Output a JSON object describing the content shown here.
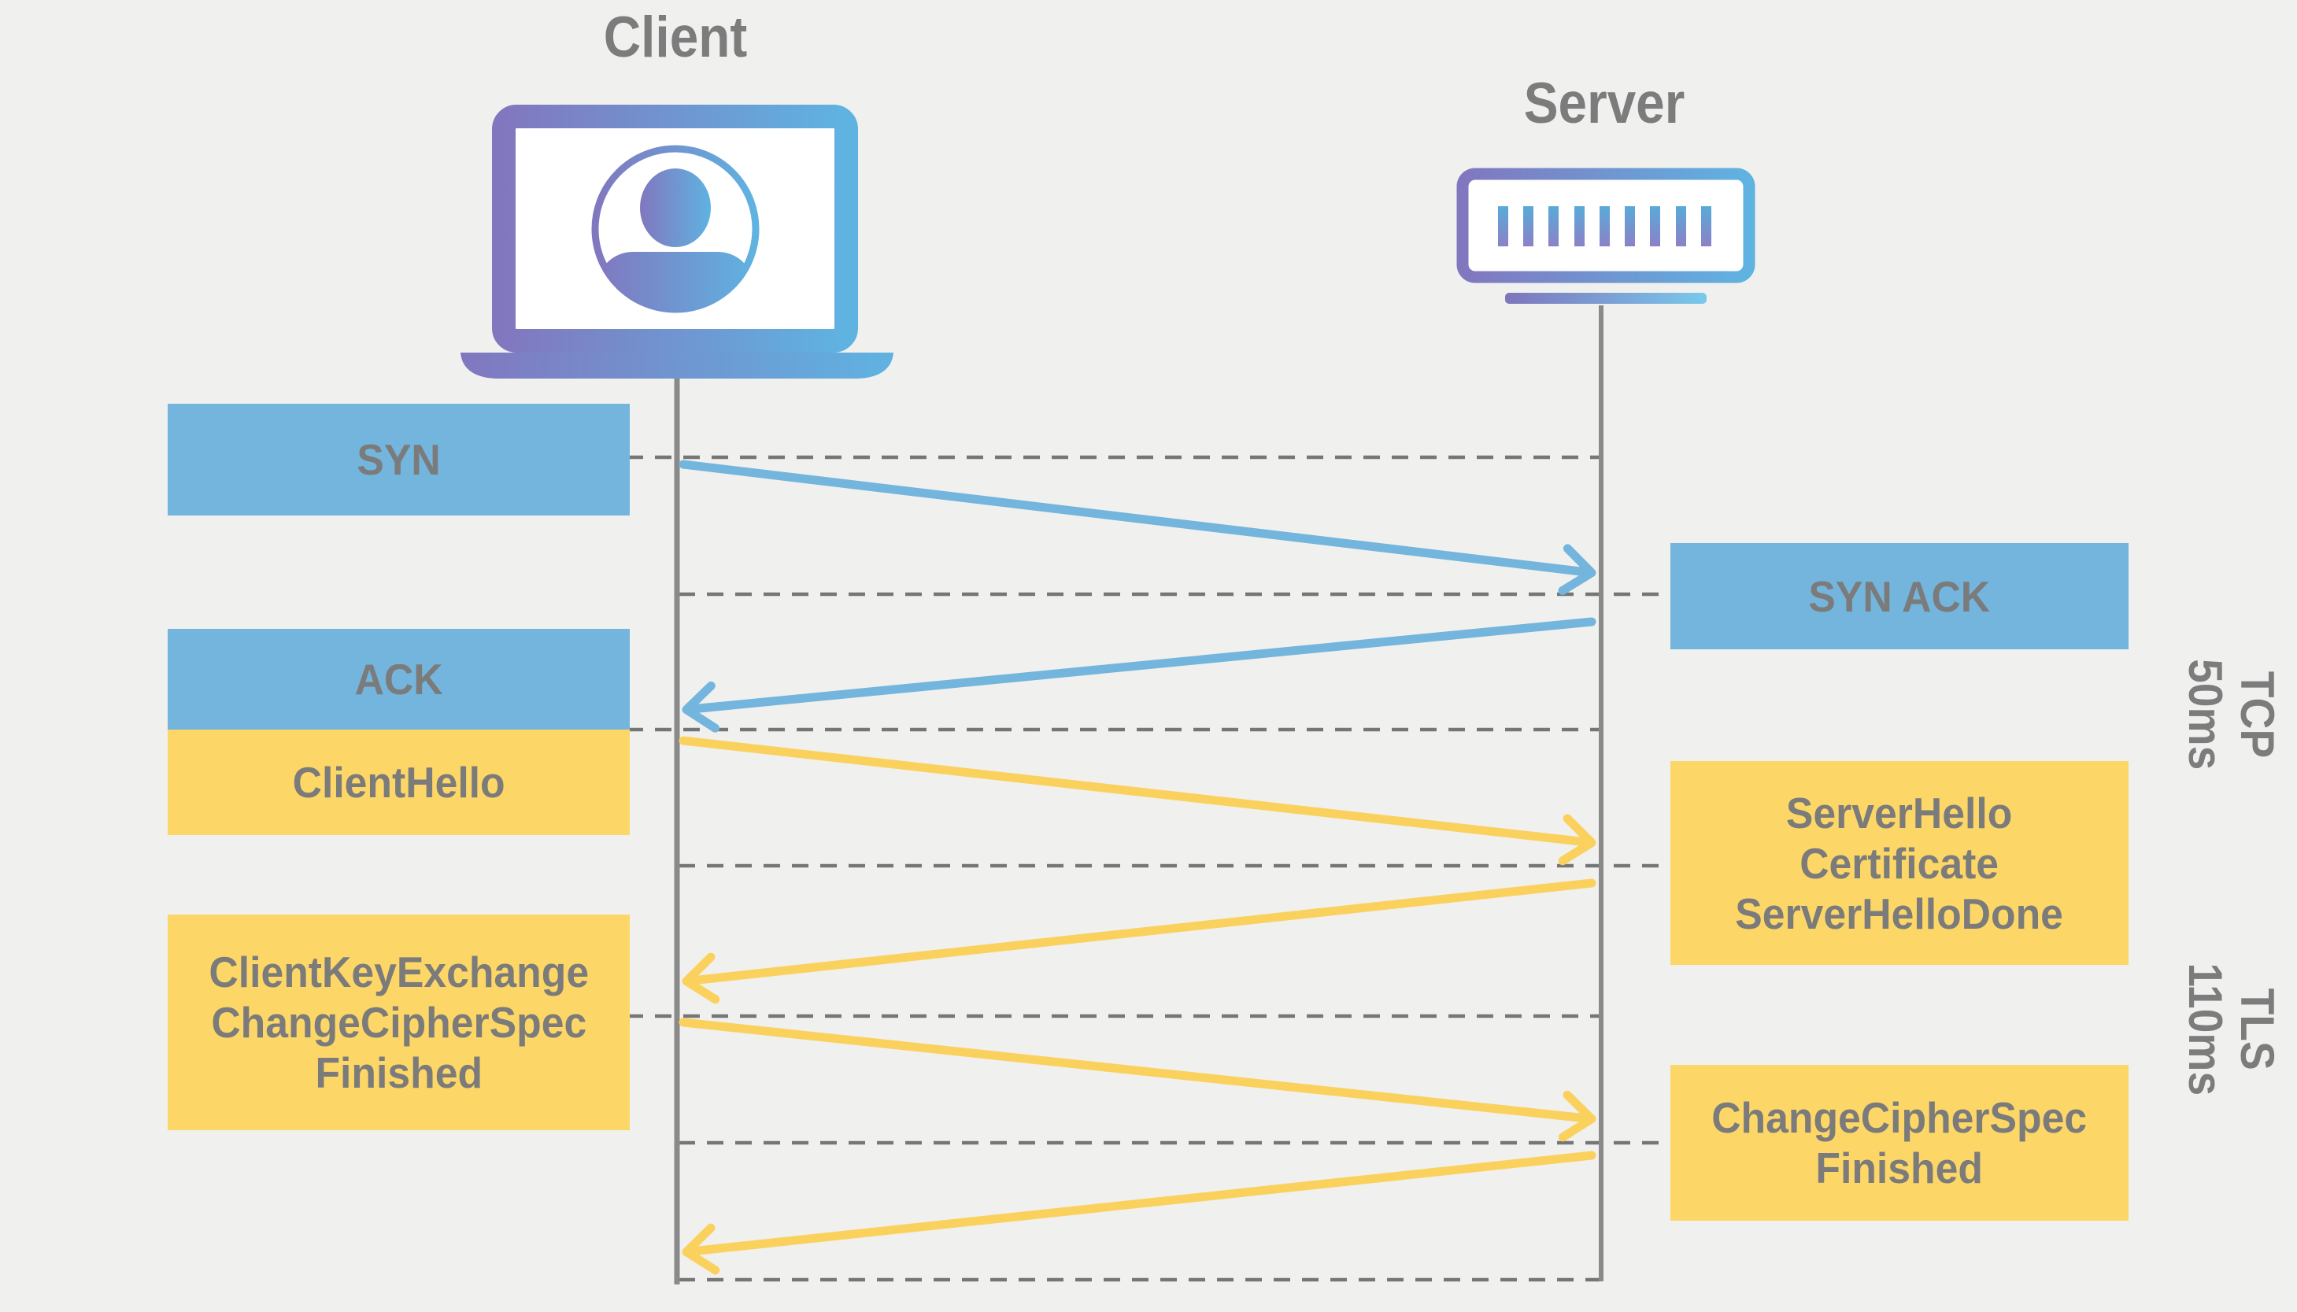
{
  "diagram": {
    "kind": "sequence-diagram",
    "title_labels": {
      "client": "Client",
      "server": "Server"
    },
    "phases": [
      {
        "name": "TCP",
        "duration": "50ms"
      },
      {
        "name": "TLS",
        "duration": "110ms"
      }
    ],
    "client_messages": [
      {
        "label_lines": [
          "SYN"
        ],
        "protocol": "tcp"
      },
      {
        "label_lines": [
          "ACK"
        ],
        "protocol": "tcp"
      },
      {
        "label_lines": [
          "ClientHello"
        ],
        "protocol": "tls"
      },
      {
        "label_lines": [
          "ClientKeyExchange",
          "ChangeCipherSpec",
          "Finished"
        ],
        "protocol": "tls"
      }
    ],
    "server_messages": [
      {
        "label_lines": [
          "SYN ACK"
        ],
        "protocol": "tcp"
      },
      {
        "label_lines": [
          "ServerHello",
          "Certificate",
          "ServerHelloDone"
        ],
        "protocol": "tls"
      },
      {
        "label_lines": [
          "ChangeCipherSpec",
          "Finished"
        ],
        "protocol": "tls"
      }
    ],
    "arrows": [
      {
        "from": "client",
        "to": "server",
        "message": "SYN",
        "color": "blue"
      },
      {
        "from": "server",
        "to": "client",
        "message": "SYN ACK",
        "color": "blue"
      },
      {
        "from": "client",
        "to": "server",
        "message": "ClientHello",
        "color": "yellow"
      },
      {
        "from": "server",
        "to": "client",
        "message": "ServerHello Certificate ServerHelloDone",
        "color": "yellow"
      },
      {
        "from": "client",
        "to": "server",
        "message": "ClientKeyExchange ChangeCipherSpec Finished",
        "color": "yellow"
      },
      {
        "from": "server",
        "to": "client",
        "message": "ChangeCipherSpec Finished",
        "color": "yellow"
      }
    ],
    "colors": {
      "background": "#f0f0ef",
      "tcp_blue": "#73b5dc",
      "tls_yellow": "#fcd767",
      "arrow_yellow": "#fbd15e",
      "text_gray": "#7b7b7b",
      "dashed_line": "#767676",
      "lifeline": "#8a8a8a",
      "icon_gradient_start": "#8177bf",
      "icon_gradient_end": "#5fb3e1"
    }
  }
}
